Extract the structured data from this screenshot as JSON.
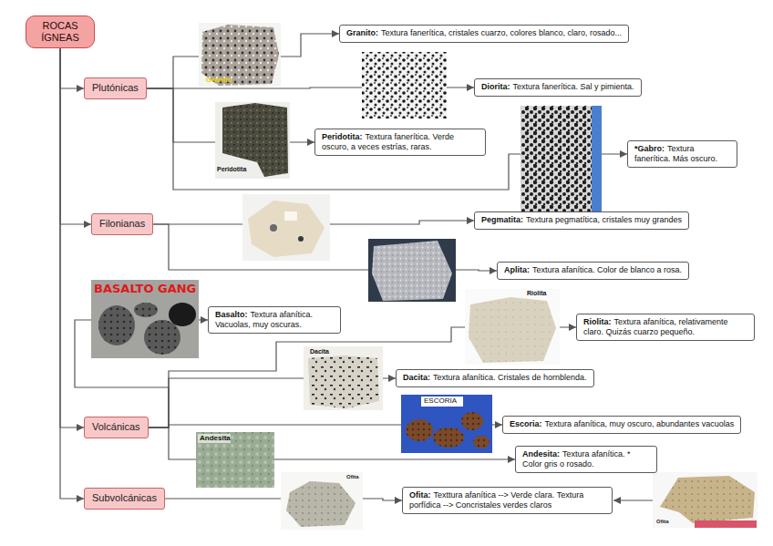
{
  "diagram": {
    "nodes": [
      {
        "text": [
          "ROCAS ÍGNEAS"
        ]
      },
      {
        "text": [
          "Plutónicas"
        ]
      },
      {
        "text": [
          "Granito:",
          "Textura fanerítica, cristales cuarzo, colores blanco, claro, rosado..."
        ]
      },
      {
        "text": [
          "Diorita:",
          "Textura fanerítica. Sal y pimienta."
        ]
      },
      {
        "text": [
          "Peridotita:",
          "Textura fanerítica. Verde oscuro, a veces estrías, raras."
        ]
      },
      {
        "text": [
          "*Gabro:",
          "Textura fanerítica. Más oscuro."
        ]
      },
      {
        "text": [
          "Filonianas"
        ]
      },
      {
        "text": [
          "Pegmatita:",
          "Textura pegmatítica, cristales muy grandes"
        ]
      },
      {
        "text": [
          "Aplita:",
          "Textura afanítica. Color de blanco a rosa."
        ]
      },
      {
        "text": [
          "Volcánicas"
        ]
      },
      {
        "text": [
          "Basalto:",
          "Textura afanítica. Vacuolas, muy oscuras."
        ]
      },
      {
        "text": [
          "Riolita:",
          "Textura afanítica, relativamente claro. Quizás cuarzo pequeño."
        ]
      },
      {
        "text": [
          "Dacita:",
          "Textura afanítica. Cristales de hornblenda."
        ]
      },
      {
        "text": [
          "Escoria:",
          "Textura afanítica, muy oscuro, abundantes vacuolas"
        ]
      },
      {
        "text": [
          "Andesita:",
          "Textura afanítica. * Color gris o rosado."
        ]
      },
      {
        "text": [
          "Subvolcánicas"
        ]
      },
      {
        "text": [
          "Ofita:",
          "Texttura afanítica --> Verde clara. Textura porfídica --> Concristales verdes claros"
        ]
      }
    ],
    "edges": [
      {
        "from": 0,
        "to": 1,
        "arrow": "to"
      },
      {
        "from": 0,
        "to": 6,
        "arrow": "to"
      },
      {
        "from": 0,
        "to": 9,
        "arrow": "to"
      },
      {
        "from": 0,
        "to": 15,
        "arrow": "to"
      },
      {
        "from": 1,
        "to": 2,
        "arrow": "to"
      },
      {
        "from": 1,
        "to": 3,
        "arrow": "to"
      },
      {
        "from": 1,
        "to": 4,
        "arrow": "to"
      },
      {
        "from": 1,
        "to": 5,
        "arrow": "to"
      },
      {
        "from": 6,
        "to": 7,
        "arrow": "to"
      },
      {
        "from": 6,
        "to": 8,
        "arrow": "to"
      },
      {
        "from": 9,
        "to": 10,
        "arrow": "to"
      },
      {
        "from": 9,
        "to": 11,
        "arrow": "to"
      },
      {
        "from": 9,
        "to": 12,
        "arrow": "to"
      },
      {
        "from": 9,
        "to": 13,
        "arrow": "to"
      },
      {
        "from": 9,
        "to": 14,
        "arrow": "to"
      },
      {
        "from": 15,
        "to": 16,
        "arrow": "to"
      }
    ],
    "labels": [
      "Granito",
      "Peridotita",
      "BASALTO GANG",
      "Riolita",
      "Dacita",
      "ESCORIA",
      "Andesita",
      "Ofita",
      "Ofita"
    ]
  }
}
